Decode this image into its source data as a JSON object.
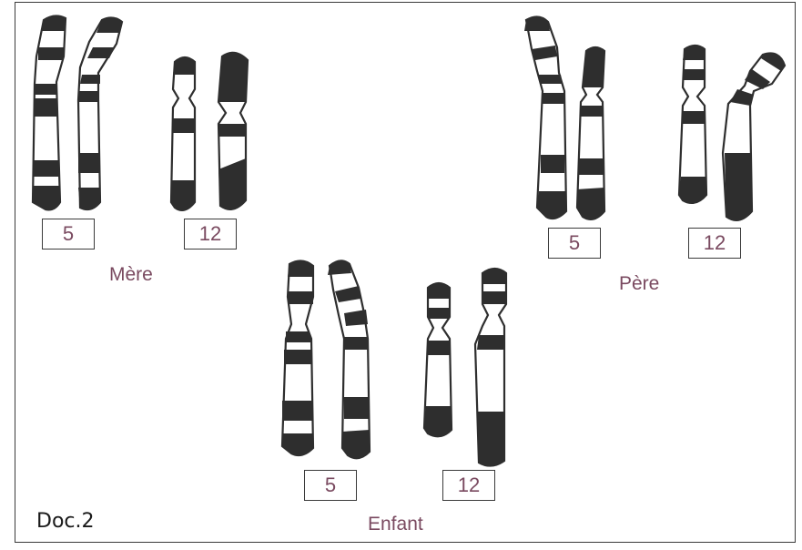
{
  "document": {
    "label": "Doc.2"
  },
  "groups": [
    {
      "id": "mere",
      "title": "Mère",
      "pairs": [
        "5",
        "12"
      ]
    },
    {
      "id": "pere",
      "title": "Père",
      "pairs": [
        "5",
        "12"
      ]
    },
    {
      "id": "enfant",
      "title": "Enfant",
      "pairs": [
        "5",
        "12"
      ]
    }
  ],
  "colors": {
    "band": "#2e2e2e",
    "outline": "#2e2e2e",
    "label_text": "#7a4a60",
    "frame": "#3a3a3a"
  }
}
